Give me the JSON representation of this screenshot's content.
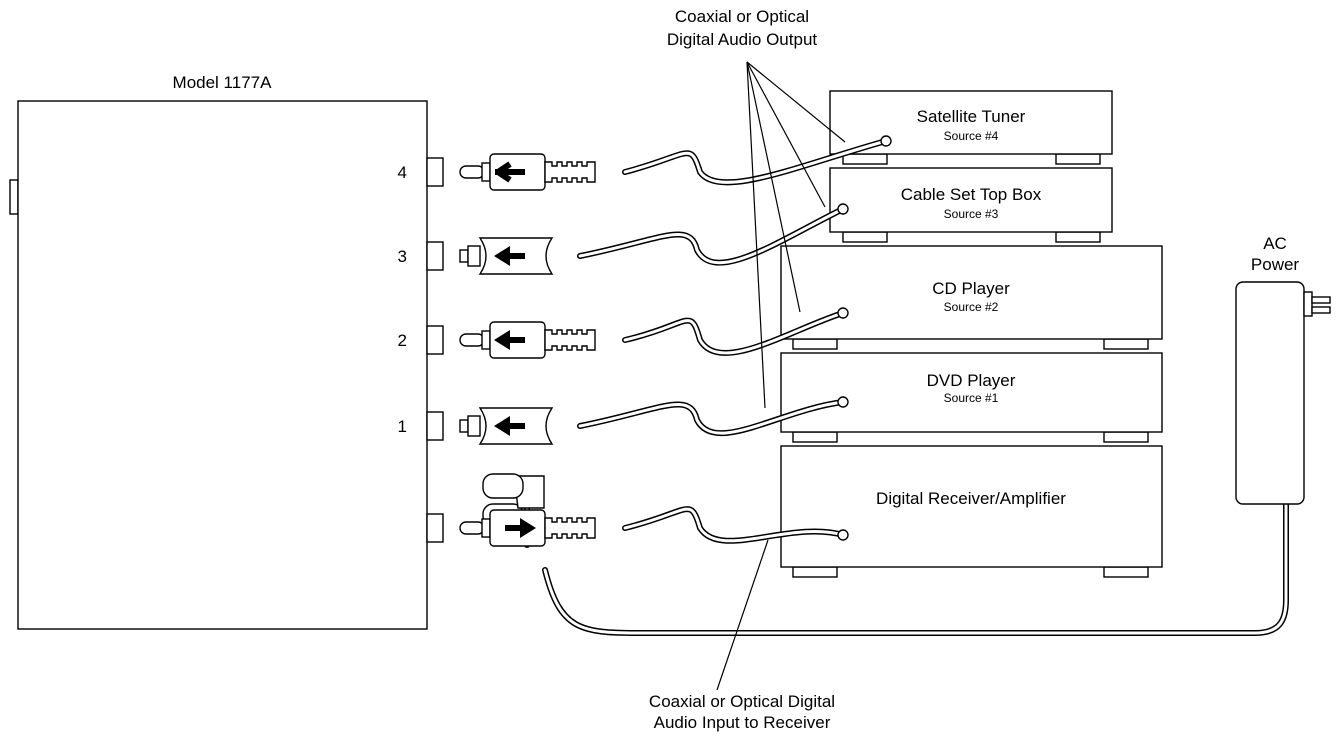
{
  "diagram": {
    "main_unit": {
      "label": "Model 1177A"
    },
    "ports": [
      {
        "id": "4",
        "label": "4"
      },
      {
        "id": "3",
        "label": "3"
      },
      {
        "id": "2",
        "label": "2"
      },
      {
        "id": "1",
        "label": "1"
      }
    ],
    "devices": [
      {
        "id": "satellite",
        "name": "Satellite Tuner",
        "source": "Source #4"
      },
      {
        "id": "cable",
        "name": "Cable Set Top Box",
        "source": "Source #3"
      },
      {
        "id": "cd",
        "name": "CD Player",
        "source": "Source #2"
      },
      {
        "id": "dvd",
        "name": "DVD Player",
        "source": "Source #1"
      },
      {
        "id": "receiver",
        "name": "Digital Receiver/Amplifier",
        "source": ""
      }
    ],
    "callouts": {
      "output": {
        "line1": "Coaxial or Optical",
        "line2": "Digital Audio Output"
      },
      "input": {
        "line1": "Coaxial or Optical Digital",
        "line2": "Audio Input to Receiver"
      },
      "power": {
        "line1": "AC",
        "line2": "Power"
      }
    }
  }
}
